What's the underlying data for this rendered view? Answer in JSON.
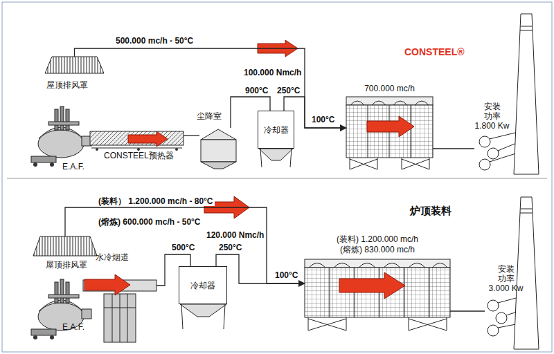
{
  "diagram": {
    "nodes": [
      {
        "text": [
          "屋顶排风罩"
        ]
      },
      {
        "text": [
          "E.A.F."
        ]
      },
      {
        "text": [
          "CONSTEEL预热器"
        ]
      },
      {
        "text": [
          "尘降室"
        ]
      },
      {
        "text": [
          "冷却器"
        ]
      },
      {
        "text": [
          "700.000 mc/h"
        ]
      },
      {
        "text": [
          "安装 功率 1.800 Kw"
        ]
      },
      {
        "text": [
          "屋顶排风罩"
        ]
      },
      {
        "text": [
          "E.A.F."
        ]
      },
      {
        "text": [
          "水冷烟道"
        ]
      },
      {
        "text": [
          "冷却器"
        ]
      },
      {
        "text": [
          "(装料) 1.200.000 mc/h",
          "(熔炼) 830.000 mc/h"
        ]
      },
      {
        "text": [
          "安装 功率 3.000 Kw"
        ]
      }
    ],
    "edges": [
      {
        "from": 0,
        "to": 5,
        "arrow": "to",
        "label": "500.000 mc/h - 50°C"
      },
      {
        "from": 2,
        "to": 3,
        "arrow": "none"
      },
      {
        "from": 3,
        "to": 4,
        "arrow": "none",
        "label": "900°C"
      },
      {
        "from": 4,
        "to": 5,
        "arrow": "none",
        "label": "250°C"
      },
      {
        "from": 5,
        "to": 6,
        "arrow": "none"
      },
      {
        "from": 7,
        "to": 11,
        "arrow": "to",
        "label": "(装料） 1.200.000 mc/h - 80°C"
      },
      {
        "from": 9,
        "to": 10,
        "arrow": "none",
        "label": "500°C"
      },
      {
        "from": 10,
        "to": 11,
        "arrow": "none",
        "label": "250°C"
      },
      {
        "from": 11,
        "to": 12,
        "arrow": "none"
      }
    ],
    "labels": [
      "CONSTEEL®",
      "100.000 Nmc/h",
      "100°C",
      "(熔炼) 600.000 mc/h - 50°C",
      "炉顶装料",
      "120.000 Nmc/h",
      "100°C"
    ]
  }
}
